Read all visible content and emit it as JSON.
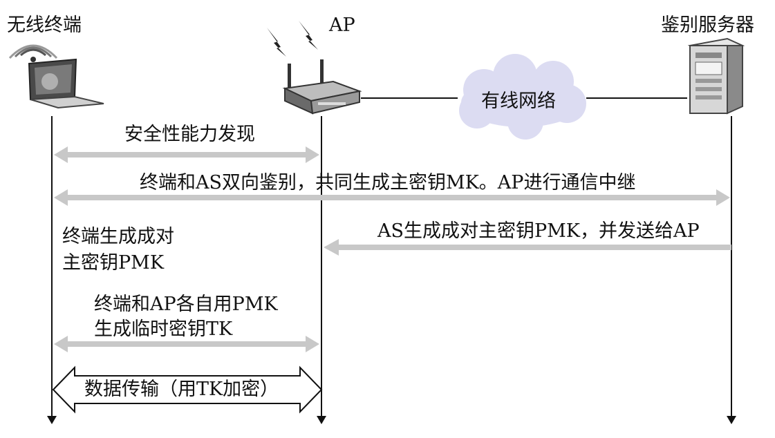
{
  "entities": {
    "terminal": "无线终端",
    "ap": "AP",
    "server": "鉴别服务器",
    "network": "有线网络"
  },
  "messages": {
    "discovery": "安全性能力发现",
    "mutual_auth": "终端和AS双向鉴别，共同生成主密钥MK。AP进行通信中继",
    "terminal_pmk_line1": "终端生成成对",
    "terminal_pmk_line2": "主密钥PMK",
    "as_pmk": "AS生成成对主密钥PMK，并发送给AP",
    "tk_line1": "终端和AP各自用PMK",
    "tk_line2": "生成临时密钥TK",
    "data_transfer": "数据传输（用TK加密）"
  },
  "icons": {
    "terminal": "laptop-icon",
    "ap": "wireless-router-icon",
    "server": "server-tower-icon",
    "network": "cloud-icon"
  },
  "colors": {
    "arrow_gray": "#c8c8c8",
    "cloud_fill": "#dcdcf2",
    "line_black": "#111111"
  }
}
